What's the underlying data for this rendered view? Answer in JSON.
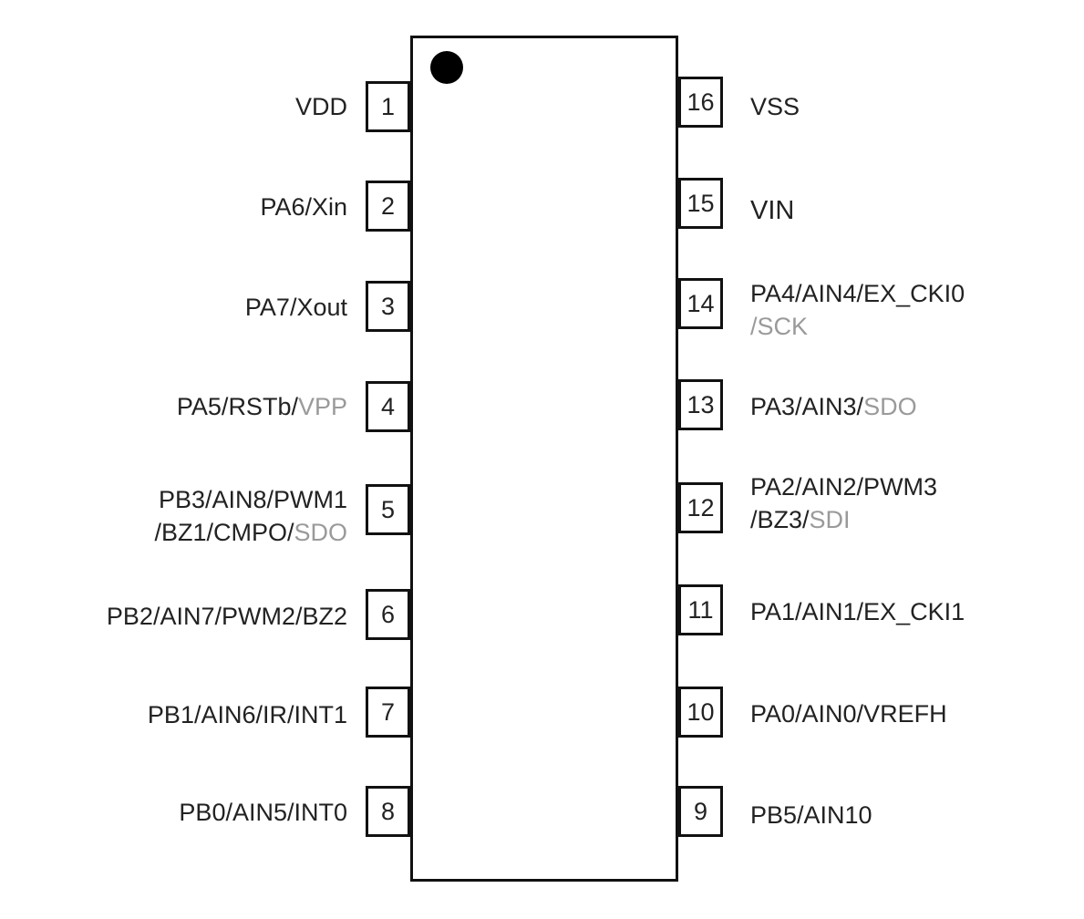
{
  "pins": {
    "p1": {
      "number": "1",
      "label": [
        "VDD"
      ]
    },
    "p2": {
      "number": "2",
      "label": [
        "PA6/Xin"
      ]
    },
    "p3": {
      "number": "3",
      "label": [
        "PA7/Xout"
      ]
    },
    "p4": {
      "number": "4",
      "label_main": "PA5/RSTb/",
      "label_gray": "VPP"
    },
    "p5": {
      "number": "5",
      "line1": "PB3/AIN8/PWM1",
      "line2_main": "/BZ1/CMPO/",
      "line2_gray": "SDO"
    },
    "p6": {
      "number": "6",
      "label": [
        "PB2/AIN7/PWM2/BZ2"
      ]
    },
    "p7": {
      "number": "7",
      "label": [
        "PB1/AIN6/IR/INT1"
      ]
    },
    "p8": {
      "number": "8",
      "label": [
        "PB0/AIN5/INT0"
      ]
    },
    "p9": {
      "number": "9",
      "label": [
        "PB5/AIN10"
      ]
    },
    "p10": {
      "number": "10",
      "label": [
        "PA0/AIN0/VREFH"
      ]
    },
    "p11": {
      "number": "11",
      "label": [
        "PA1/AIN1/EX_CKI1"
      ]
    },
    "p12": {
      "number": "12",
      "line1": "PA2/AIN2/PWM3",
      "line2_main": "/BZ3/",
      "line2_gray": "SDI"
    },
    "p13": {
      "number": "13",
      "label_main": "PA3/AIN3/",
      "label_gray": "SDO"
    },
    "p14": {
      "number": "14",
      "line1": "PA4/AIN4/EX_CKI0",
      "line2_main": "/",
      "line2_gray": "SCK"
    },
    "p15": {
      "number": "15",
      "label": [
        "VIN"
      ]
    },
    "p16": {
      "number": "16",
      "label": [
        "VSS"
      ]
    }
  },
  "colors": {
    "outline": "#111111",
    "text": "#222222",
    "muted_text": "#9a9a9a",
    "dot": "#000000"
  }
}
